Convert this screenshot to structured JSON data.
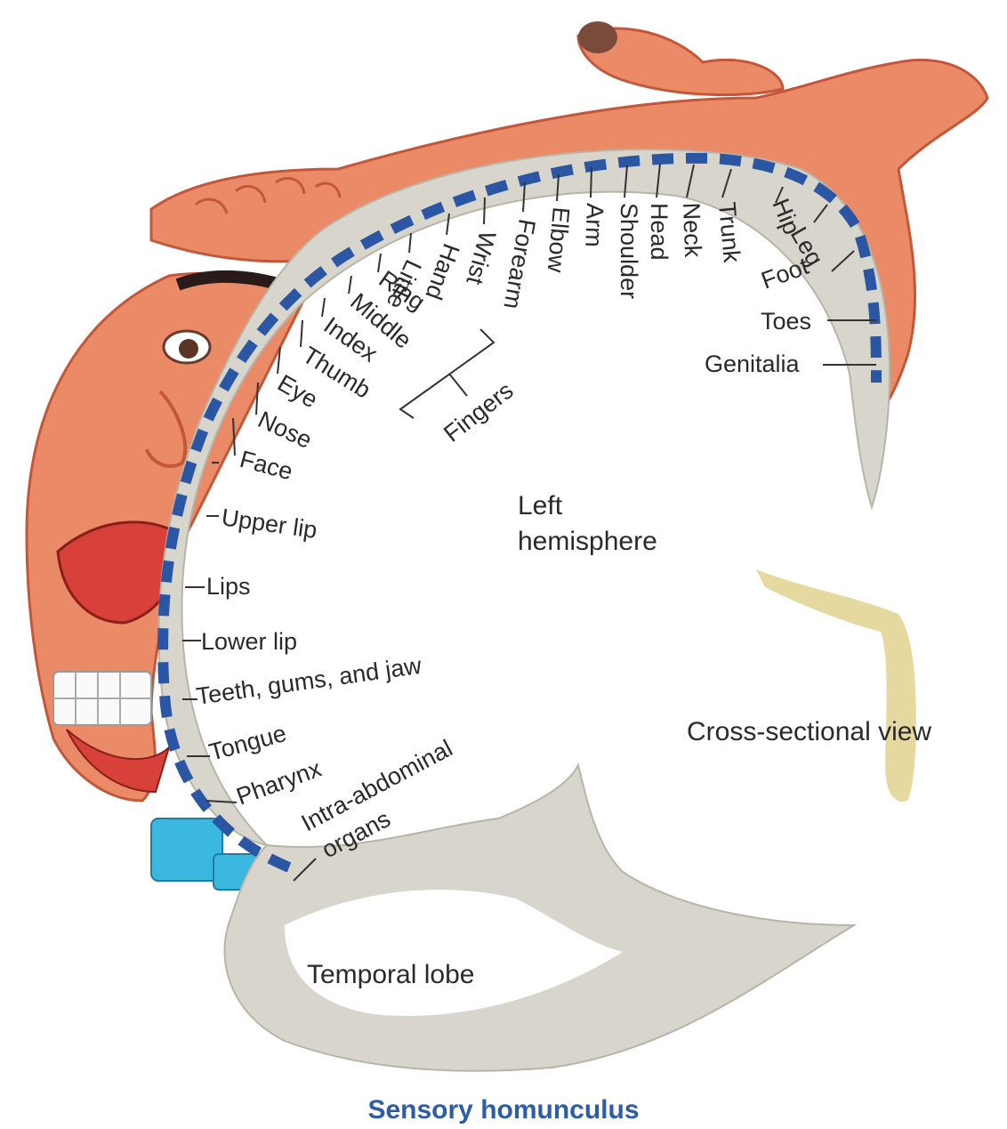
{
  "caption": "Sensory homunculus",
  "region_labels": {
    "hemisphere_line1": "Left",
    "hemisphere_line2": "hemisphere",
    "cross_section": "Cross-sectional view",
    "temporal_lobe": "Temporal lobe",
    "fingers": "Fingers"
  },
  "body_parts": [
    "Genitalia",
    "Toes",
    "Foot",
    "Leg",
    "Hip",
    "Trunk",
    "Neck",
    "Head",
    "Shoulder",
    "Arm",
    "Elbow",
    "Forearm",
    "Wrist",
    "Hand",
    "Little",
    "Ring",
    "Middle",
    "Index",
    "Thumb",
    "Eye",
    "Nose",
    "Face",
    "Upper lip",
    "Lips",
    "Lower lip",
    "Teeth, gums, and jaw",
    "Tongue",
    "Pharynx",
    "Intra-abdominal",
    "organs"
  ],
  "colors": {
    "caption": "#2e5da8",
    "cortex_band": "#2b56a3",
    "skin": "#ea8a67",
    "skin_dark": "#c4573a",
    "brain_tissue": "#d8d5cc",
    "cross_section": "#e6d9a0",
    "teeth_block": "#3bb8e0"
  }
}
